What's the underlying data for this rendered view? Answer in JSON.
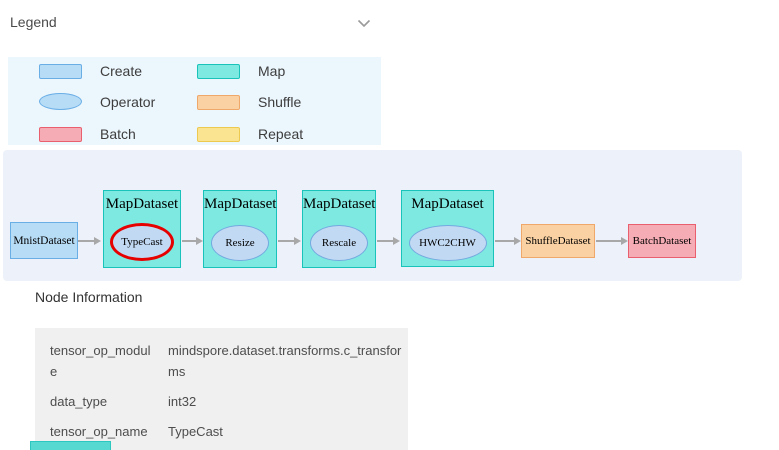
{
  "header": {
    "legend_label": "Legend"
  },
  "legend": {
    "items": [
      {
        "label": "Create",
        "shape": "rect",
        "fill": "#b7dcf6",
        "border": "#6aaee6"
      },
      {
        "label": "Map",
        "shape": "rect",
        "fill": "#7de9e0",
        "border": "#19c3b9"
      },
      {
        "label": "Operator",
        "shape": "ellipse",
        "fill": "#b7dcf6",
        "border": "#6aaee6"
      },
      {
        "label": "Shuffle",
        "shape": "rect",
        "fill": "#fad1a2",
        "border": "#efa869"
      },
      {
        "label": "Batch",
        "shape": "rect",
        "fill": "#f6acb4",
        "border": "#ea5f6d"
      },
      {
        "label": "Repeat",
        "shape": "rect",
        "fill": "#fbe491",
        "border": "#edc94f"
      }
    ]
  },
  "graph": {
    "styles": {
      "create": {
        "fill": "#b7dcf6",
        "border": "#6aaee6"
      },
      "map": {
        "fill": "#7de9e0",
        "border": "#19c3b9"
      },
      "operator": {
        "fill": "#c2d9f3",
        "border": "#74a9e0"
      },
      "shuffle": {
        "fill": "#fad1a2",
        "border": "#efa869"
      },
      "batch": {
        "fill": "#f6acb4",
        "border": "#ea5f6d"
      },
      "selection_ring": "#e60000",
      "edge_color": "#a8a8a8"
    },
    "nodes": [
      {
        "label": "MnistDataset",
        "type": "create"
      },
      {
        "label": "MapDataset",
        "type": "map",
        "operator": "TypeCast",
        "selected": true
      },
      {
        "label": "MapDataset",
        "type": "map",
        "operator": "Resize"
      },
      {
        "label": "MapDataset",
        "type": "map",
        "operator": "Rescale"
      },
      {
        "label": "MapDataset",
        "type": "map",
        "operator": "HWC2CHW"
      },
      {
        "label": "ShuffleDataset",
        "type": "shuffle"
      },
      {
        "label": "BatchDataset",
        "type": "batch"
      }
    ],
    "edges": [
      "MnistDataset -> MapDataset(TypeCast)",
      "MapDataset(TypeCast) -> MapDataset(Resize)",
      "MapDataset(Resize) -> MapDataset(Rescale)",
      "MapDataset(Rescale) -> MapDataset(HWC2CHW)",
      "MapDataset(HWC2CHW) -> ShuffleDataset",
      "ShuffleDataset -> BatchDataset"
    ]
  },
  "node_information": {
    "title": "Node Information",
    "rows": [
      {
        "key": "tensor_op_module",
        "value": "mindspore.dataset.transforms.c_transforms"
      },
      {
        "key": "data_type",
        "value": "int32"
      },
      {
        "key": "tensor_op_name",
        "value": "TypeCast"
      }
    ]
  }
}
